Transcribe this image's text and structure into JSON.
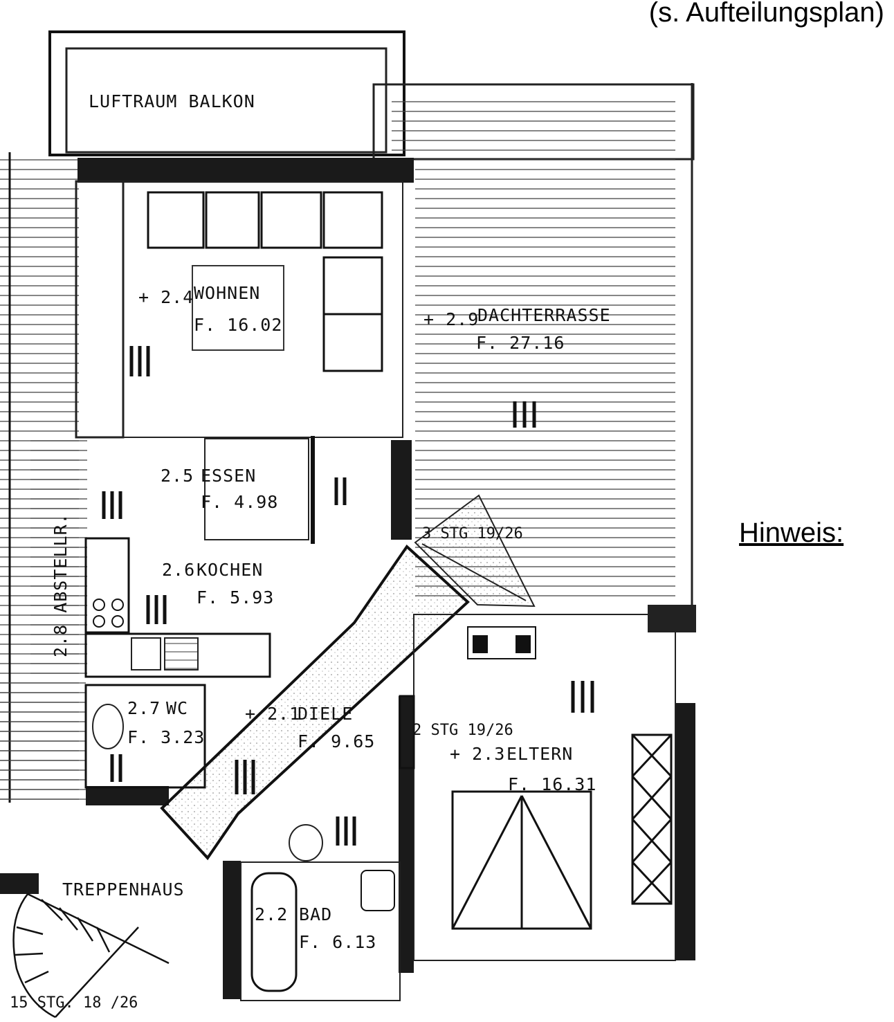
{
  "header_note": "(s. Aufteilungsplan)",
  "hint_label": "Hinweis:",
  "rooms": {
    "luftraum": {
      "name": "LUFTRAUM BALKON"
    },
    "wohnen": {
      "number": "+ 2.4",
      "name": "WOHNEN",
      "area": "F. 16.02"
    },
    "terrasse": {
      "number": "+ 2.9",
      "name": "DACHTERRASSE",
      "area": "F. 27.16"
    },
    "essen": {
      "number": "2.5",
      "name": "ESSEN",
      "area": "F. 4.98"
    },
    "kochen": {
      "number": "2.6",
      "name": "KOCHEN",
      "area": "F. 5.93"
    },
    "abstell": {
      "name": "2.8 ABSTELLR."
    },
    "wc": {
      "number": "2.7",
      "name": "WC",
      "area": "F. 3.23"
    },
    "diele": {
      "number": "+ 2.1",
      "name": "DIELE",
      "area": "F. 9.65"
    },
    "eltern": {
      "number": "+ 2.3",
      "name": "ELTERN",
      "area": "F. 16.31"
    },
    "bad": {
      "number": "2.2",
      "name": "BAD",
      "area": "F. 6.13"
    },
    "treppenhaus": {
      "name": "TREPPENHAUS"
    }
  },
  "stairs": {
    "upper": "3 STG 19/26",
    "middle": "2 STG 19/26",
    "lower": "15 STG. 18 /26"
  }
}
